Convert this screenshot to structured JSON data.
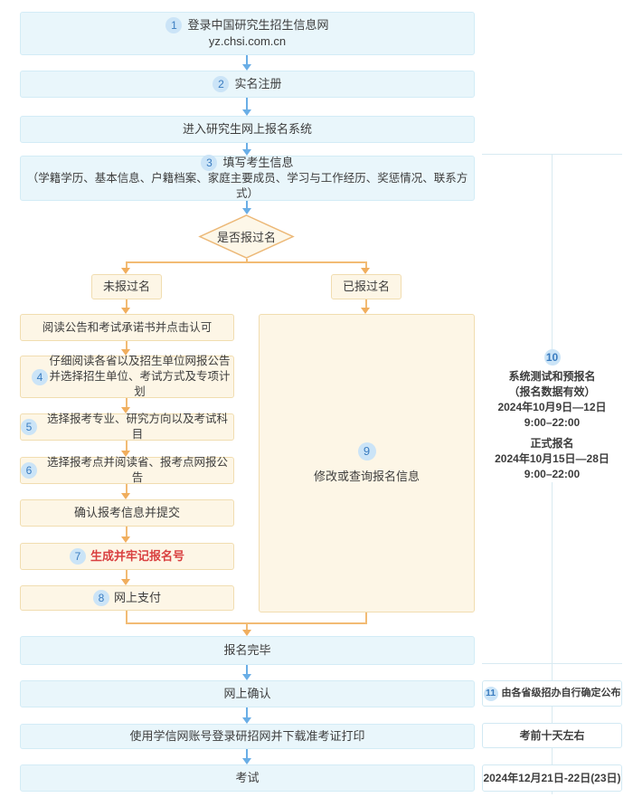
{
  "colors": {
    "blue_fill": "#e9f6fb",
    "blue_border": "#d3ecf6",
    "cream_fill": "#fdf6e6",
    "cream_border": "#f1ddb0",
    "arrow_blue": "#6aaee6",
    "arrow_orange": "#f2bb74",
    "badge_bg": "#cbe4f7",
    "badge_text": "#3a7cc0",
    "text": "#3d3d3d",
    "highlight_red": "#d94040",
    "timeline_line": "#d8eaf1"
  },
  "flow": {
    "step1": {
      "badge": "1",
      "title": "登录中国研究生招生信息网",
      "url": "yz.chsi.com.cn"
    },
    "step2": {
      "badge": "2",
      "label": "实名注册"
    },
    "step3": {
      "label": "进入研究生网上报名系统"
    },
    "step4": {
      "badge": "3",
      "title": "填写考生信息",
      "detail": "（学籍学历、基本信息、户籍档案、家庭主要成员、学习与工作经历、奖惩情况、联系方式）"
    },
    "decision": "是否报过名",
    "branch_no": "未报过名",
    "branch_yes": "已报过名",
    "left_steps": {
      "read_notice": "阅读公告和考试承诺书并点击认可",
      "step4b": {
        "badge": "4",
        "line1": "仔细阅读各省以及招生单位网报公告",
        "line2": "并选择招生单位、考试方式及专项计划"
      },
      "step5": {
        "badge": "5",
        "label": "选择报考专业、研究方向以及考试科目"
      },
      "step6": {
        "badge": "6",
        "label": "选择报考点并阅读省、报考点网报公告"
      },
      "confirm": "确认报考信息并提交",
      "step7": {
        "badge": "7",
        "label": "生成并牢记报名号"
      },
      "step8": {
        "badge": "8",
        "label": "网上支付"
      }
    },
    "right_step": {
      "badge": "9",
      "label": "修改或查询报名信息"
    },
    "done": "报名完毕",
    "confirm_online": "网上确认",
    "download": "使用学信网账号登录研招网并下载准考证打印",
    "exam": "考试"
  },
  "timeline": {
    "badge": "10",
    "phase1_title": "系统测试和预报名",
    "phase1_note": "（报名数据有效）",
    "phase1_date": "2024年10月9日—12日",
    "phase1_time": "9:00–22:00",
    "phase2_title": "正式报名",
    "phase2_date": "2024年10月15日—28日",
    "phase2_time": "9:00–22:00"
  },
  "notes": {
    "confirm": {
      "badge": "11",
      "label": "由各省级招办自行确定公布"
    },
    "download": "考前十天左右",
    "exam_date": "2024年12月21日-22日(23日)"
  }
}
